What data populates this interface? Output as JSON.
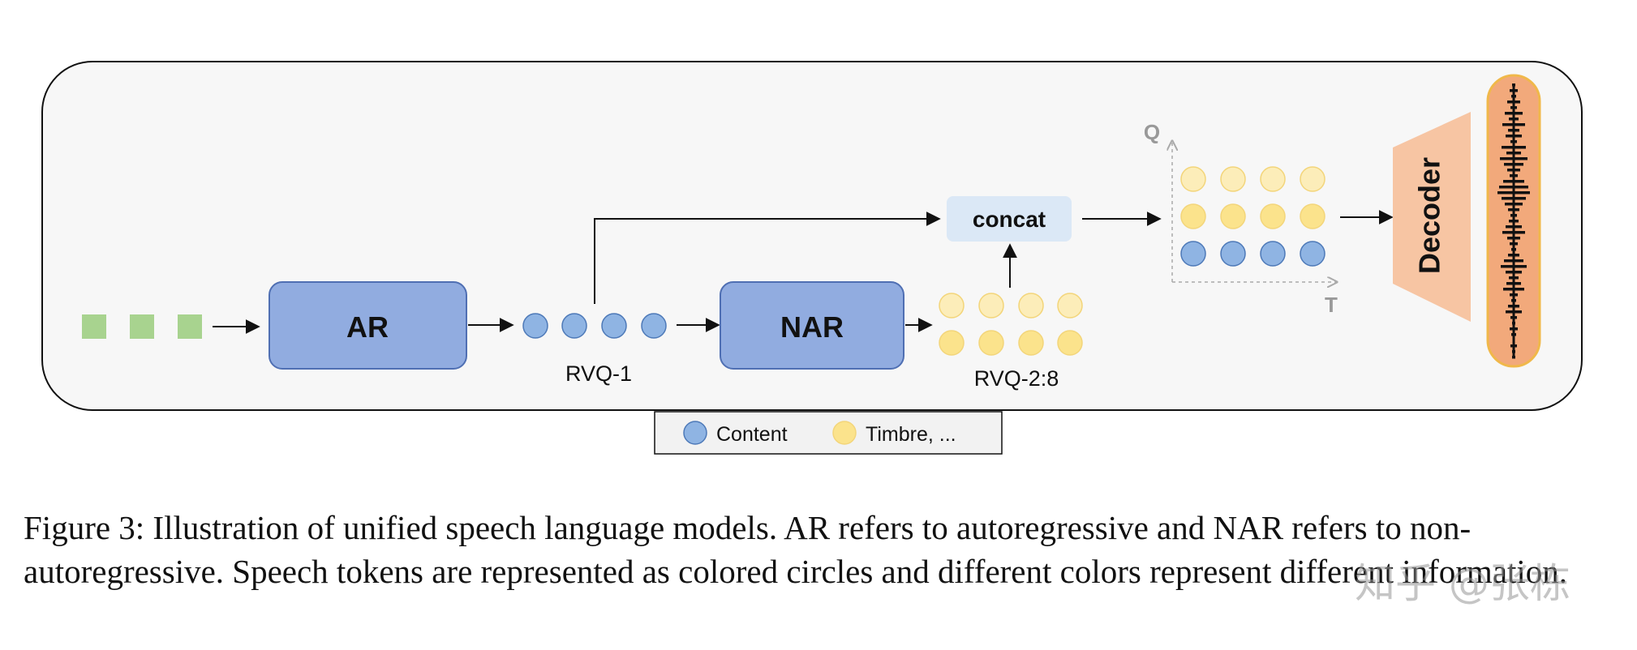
{
  "diagram": {
    "input_tokens_count": 3,
    "blocks": {
      "ar_label": "AR",
      "nar_label": "NAR",
      "concat_label": "concat",
      "decoder_label": "Decoder"
    },
    "token_groups": {
      "rvq1_label": "RVQ-1",
      "rvq28_label": "RVQ-2:8"
    },
    "axes": {
      "q_label": "Q",
      "t_label": "T"
    },
    "legend": {
      "content_label": "Content",
      "timbre_label": "Timbre, ..."
    },
    "colors": {
      "panel_bg": "#f7f7f7",
      "input_token": "#a8d38f",
      "block_fill": "#91ace0",
      "block_stroke": "#4f6fb3",
      "content_token": "#8fb4e3",
      "content_stroke": "#4d79b8",
      "timbre_token": "#fbe38c",
      "timbre_light": "#fcedb9",
      "timbre_stroke": "#f3d57a",
      "concat_fill": "#dbe8f6",
      "decoder_fill": "#f7c5a3",
      "waveform_fill": "#f2a97b",
      "waveform_stroke": "#f0b84a"
    }
  },
  "caption": {
    "text": "Figure 3: Illustration of unified speech language models. AR refers to autoregressive and NAR refers to non-autoregressive. Speech tokens are represented as colored circles and different colors represent different information."
  },
  "watermark": "知乎 @张栋"
}
